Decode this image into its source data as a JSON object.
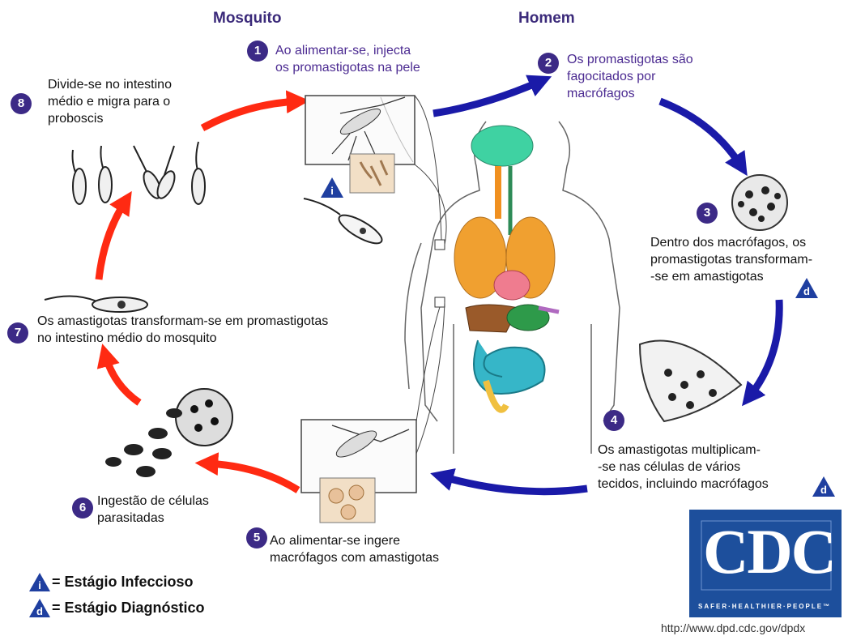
{
  "headers": {
    "mosquito": "Mosquito",
    "human": "Homem"
  },
  "steps": [
    {
      "num": "1",
      "text": [
        "Ao alimentar-se, injecta",
        "os promastigotas na pele"
      ]
    },
    {
      "num": "2",
      "text": [
        "Os promastigotas são",
        "fagocitados por",
        "macrófagos"
      ]
    },
    {
      "num": "3",
      "text": [
        "Dentro dos macrófagos, os",
        "promastigotas transformam-",
        "-se em amastigotas"
      ]
    },
    {
      "num": "4",
      "text": [
        "Os amastigotas multiplicam-",
        "-se nas células de vários",
        "tecidos, incluindo macrófagos"
      ]
    },
    {
      "num": "5",
      "text": [
        "Ao alimentar-se ingere",
        "macrófagos com amastigotas"
      ]
    },
    {
      "num": "6",
      "text": [
        "Ingestão de células",
        "parasitadas"
      ]
    },
    {
      "num": "7",
      "text": [
        "Os amastigotas transformam-se em promastigotas",
        "no intestino médio do mosquito"
      ]
    },
    {
      "num": "8",
      "text": [
        "Divide-se no intestino",
        "médio e migra para o",
        "proboscis"
      ]
    }
  ],
  "stage_markers": {
    "infective": "i",
    "diagnostic": "d"
  },
  "legend": {
    "infective": {
      "marker": "i",
      "label": "= Estágio Infeccioso"
    },
    "diagnostic": {
      "marker": "d",
      "label": "= Estágio Diagnóstico"
    }
  },
  "logo": {
    "text": "CDC",
    "tagline": "SAFER·HEALTHIER·PEOPLE™"
  },
  "url": "http://www.dpd.cdc.gov/dpdx",
  "colors": {
    "mosquito_arrows": "#ff2a12",
    "human_arrows": "#1a1aa8",
    "step_badge": "#3c2a86",
    "cdc_blue": "#1d4f9c"
  }
}
